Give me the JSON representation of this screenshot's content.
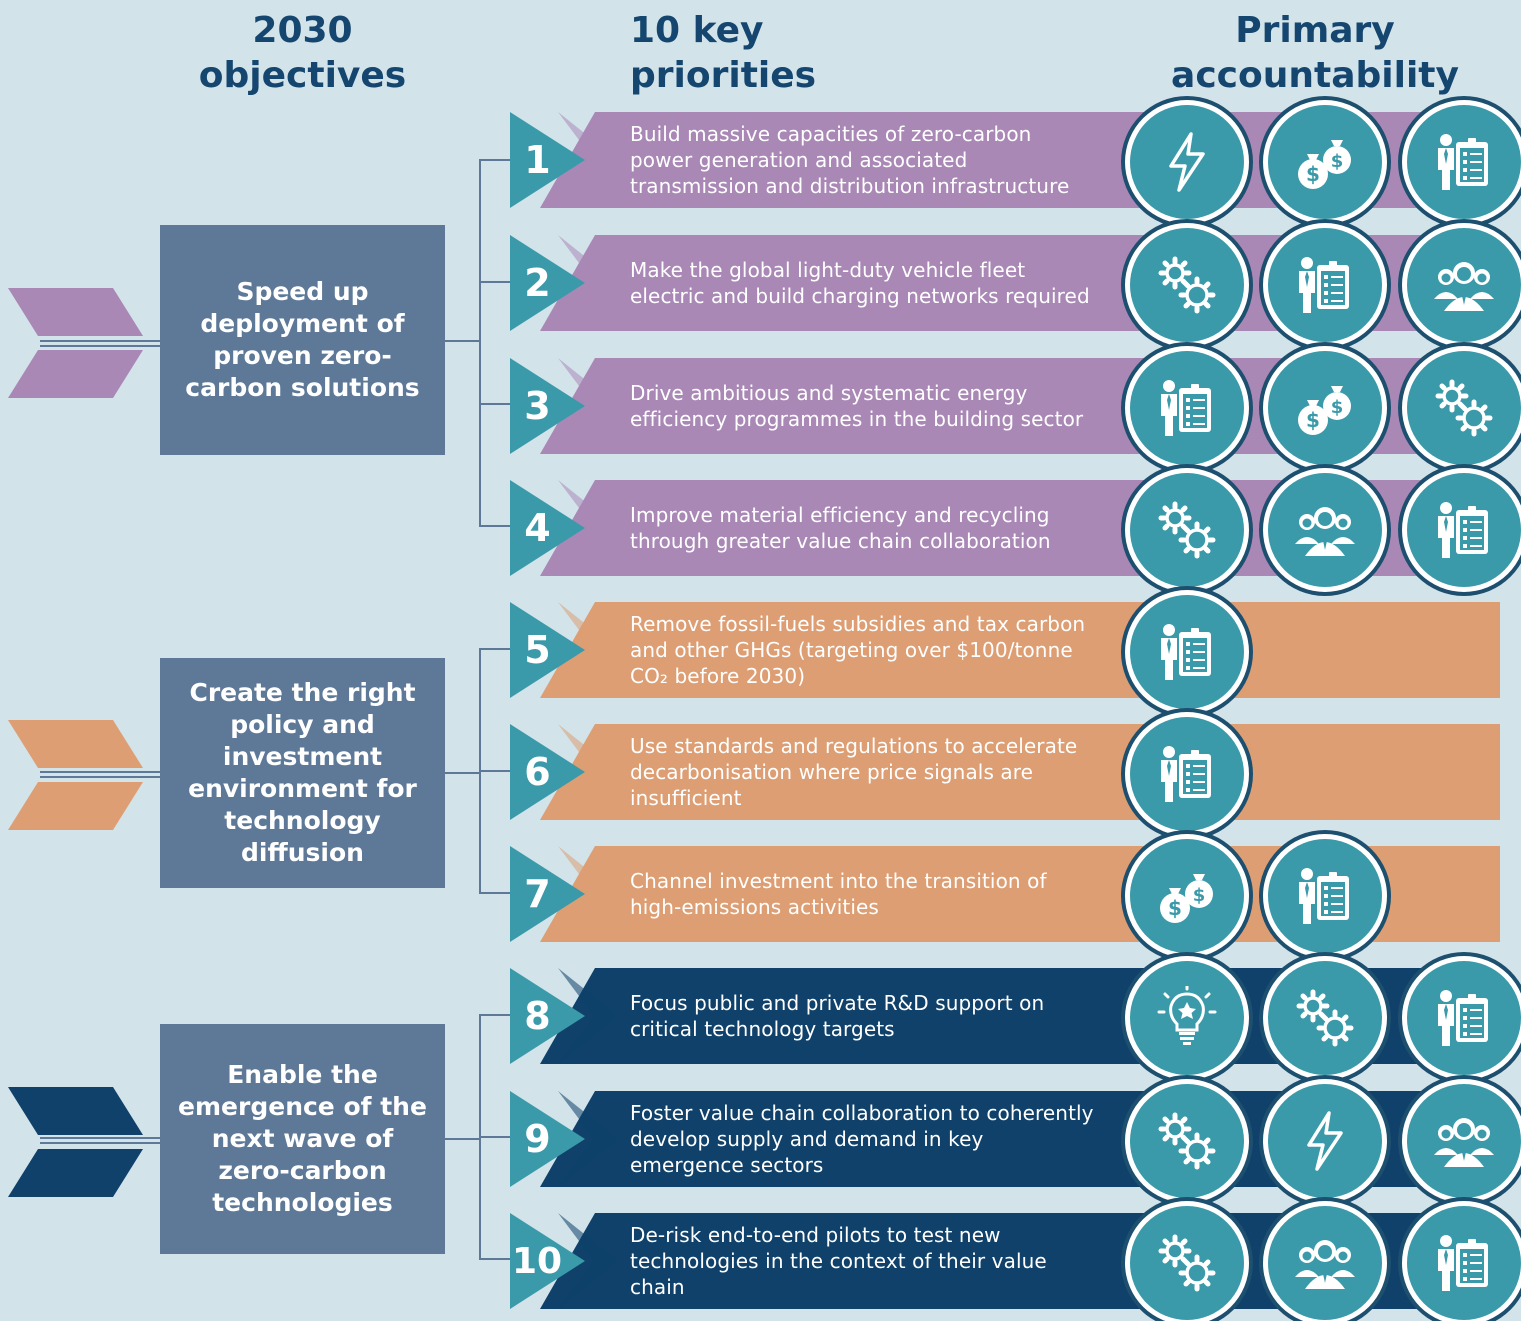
{
  "headers": {
    "objectives": [
      "2030",
      "objectives"
    ],
    "priorities": [
      "10 key",
      "priorities"
    ],
    "accountability": [
      "Primary",
      "accountability"
    ]
  },
  "colors": {
    "background": "#d3e3ea",
    "heading": "#15466f",
    "objective_box": "#5d7997",
    "purple": "#a988b6",
    "orange": "#dd9e73",
    "navy": "#0f416a",
    "teal": "#3b9aa9"
  },
  "objectives": [
    {
      "text": "Speed up deployment of proven zero-carbon solutions",
      "color": "purple"
    },
    {
      "text": "Create the right policy and investment environment for technology diffusion",
      "color": "orange"
    },
    {
      "text": "Enable the emergence of the next wave of zero-carbon technologies",
      "color": "navy"
    }
  ],
  "priorities": [
    {
      "number": "1",
      "text": "Build massive capacities of zero-carbon power generation and associated transmission and distribution infrastructure",
      "group": "purple",
      "icons": [
        "lightning-icon",
        "money-bags-icon",
        "clipboard-person-icon"
      ]
    },
    {
      "number": "2",
      "text": "Make the global light-duty vehicle fleet electric and build charging networks required",
      "group": "purple",
      "icons": [
        "gears-icon",
        "clipboard-person-icon",
        "people-group-icon"
      ]
    },
    {
      "number": "3",
      "text": "Drive ambitious and systematic energy efficiency programmes in the building sector",
      "group": "purple",
      "icons": [
        "clipboard-person-icon",
        "money-bags-icon",
        "gears-icon"
      ]
    },
    {
      "number": "4",
      "text": "Improve material efficiency and recycling through greater value chain collaboration",
      "group": "purple",
      "icons": [
        "gears-icon",
        "people-group-icon",
        "clipboard-person-icon"
      ]
    },
    {
      "number": "5",
      "text": "Remove fossil-fuels subsidies and tax carbon and other GHGs (targeting over $100/tonne CO₂ before 2030)",
      "group": "orange",
      "icons": [
        "clipboard-person-icon"
      ]
    },
    {
      "number": "6",
      "text": "Use standards and regulations to accelerate decarbonisation where price signals are insufficient",
      "group": "orange",
      "icons": [
        "clipboard-person-icon"
      ]
    },
    {
      "number": "7",
      "text": "Channel investment into the transition of high-emissions activities",
      "group": "orange",
      "icons": [
        "money-bags-icon",
        "clipboard-person-icon"
      ]
    },
    {
      "number": "8",
      "text": "Focus public and private R&D support on critical technology targets",
      "group": "navy",
      "icons": [
        "lightbulb-icon",
        "gears-icon",
        "clipboard-person-icon"
      ]
    },
    {
      "number": "9",
      "text": "Foster value chain collaboration to coherently develop supply and demand in key emergence sectors",
      "group": "navy",
      "icons": [
        "gears-icon",
        "lightning-icon",
        "people-group-icon"
      ]
    },
    {
      "number": "10",
      "text": "De-risk end-to-end pilots to test new technologies in the context of their value chain",
      "group": "navy",
      "icons": [
        "gears-icon",
        "people-group-icon",
        "clipboard-person-icon"
      ]
    }
  ]
}
